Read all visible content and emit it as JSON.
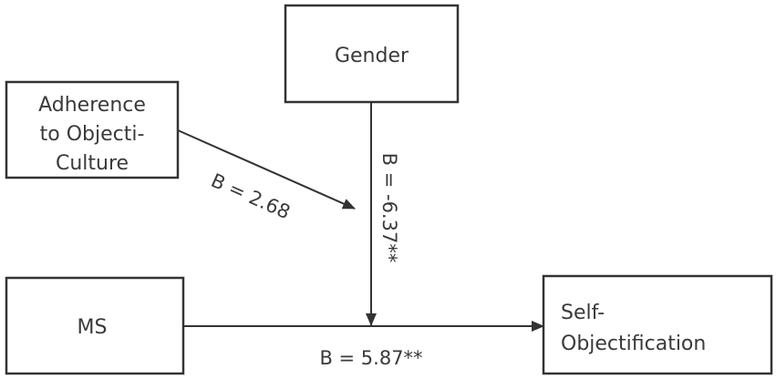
{
  "nodes": {
    "gender": {
      "label": "Gender"
    },
    "adherence": {
      "lines": [
        "Adherence",
        "to Objecti-",
        "Culture"
      ]
    },
    "ms": {
      "label": "MS"
    },
    "self_objectification": {
      "lines": [
        "Self-",
        "Objectification"
      ]
    }
  },
  "edges": {
    "adherence_to_path": {
      "label": "B = 2.68"
    },
    "gender_to_path": {
      "label": "B = -6.37**"
    },
    "ms_to_self": {
      "label": "B = 5.87**"
    }
  },
  "colors": {
    "stroke": "#333333",
    "text": "#3a3a3a",
    "background": "#ffffff"
  }
}
